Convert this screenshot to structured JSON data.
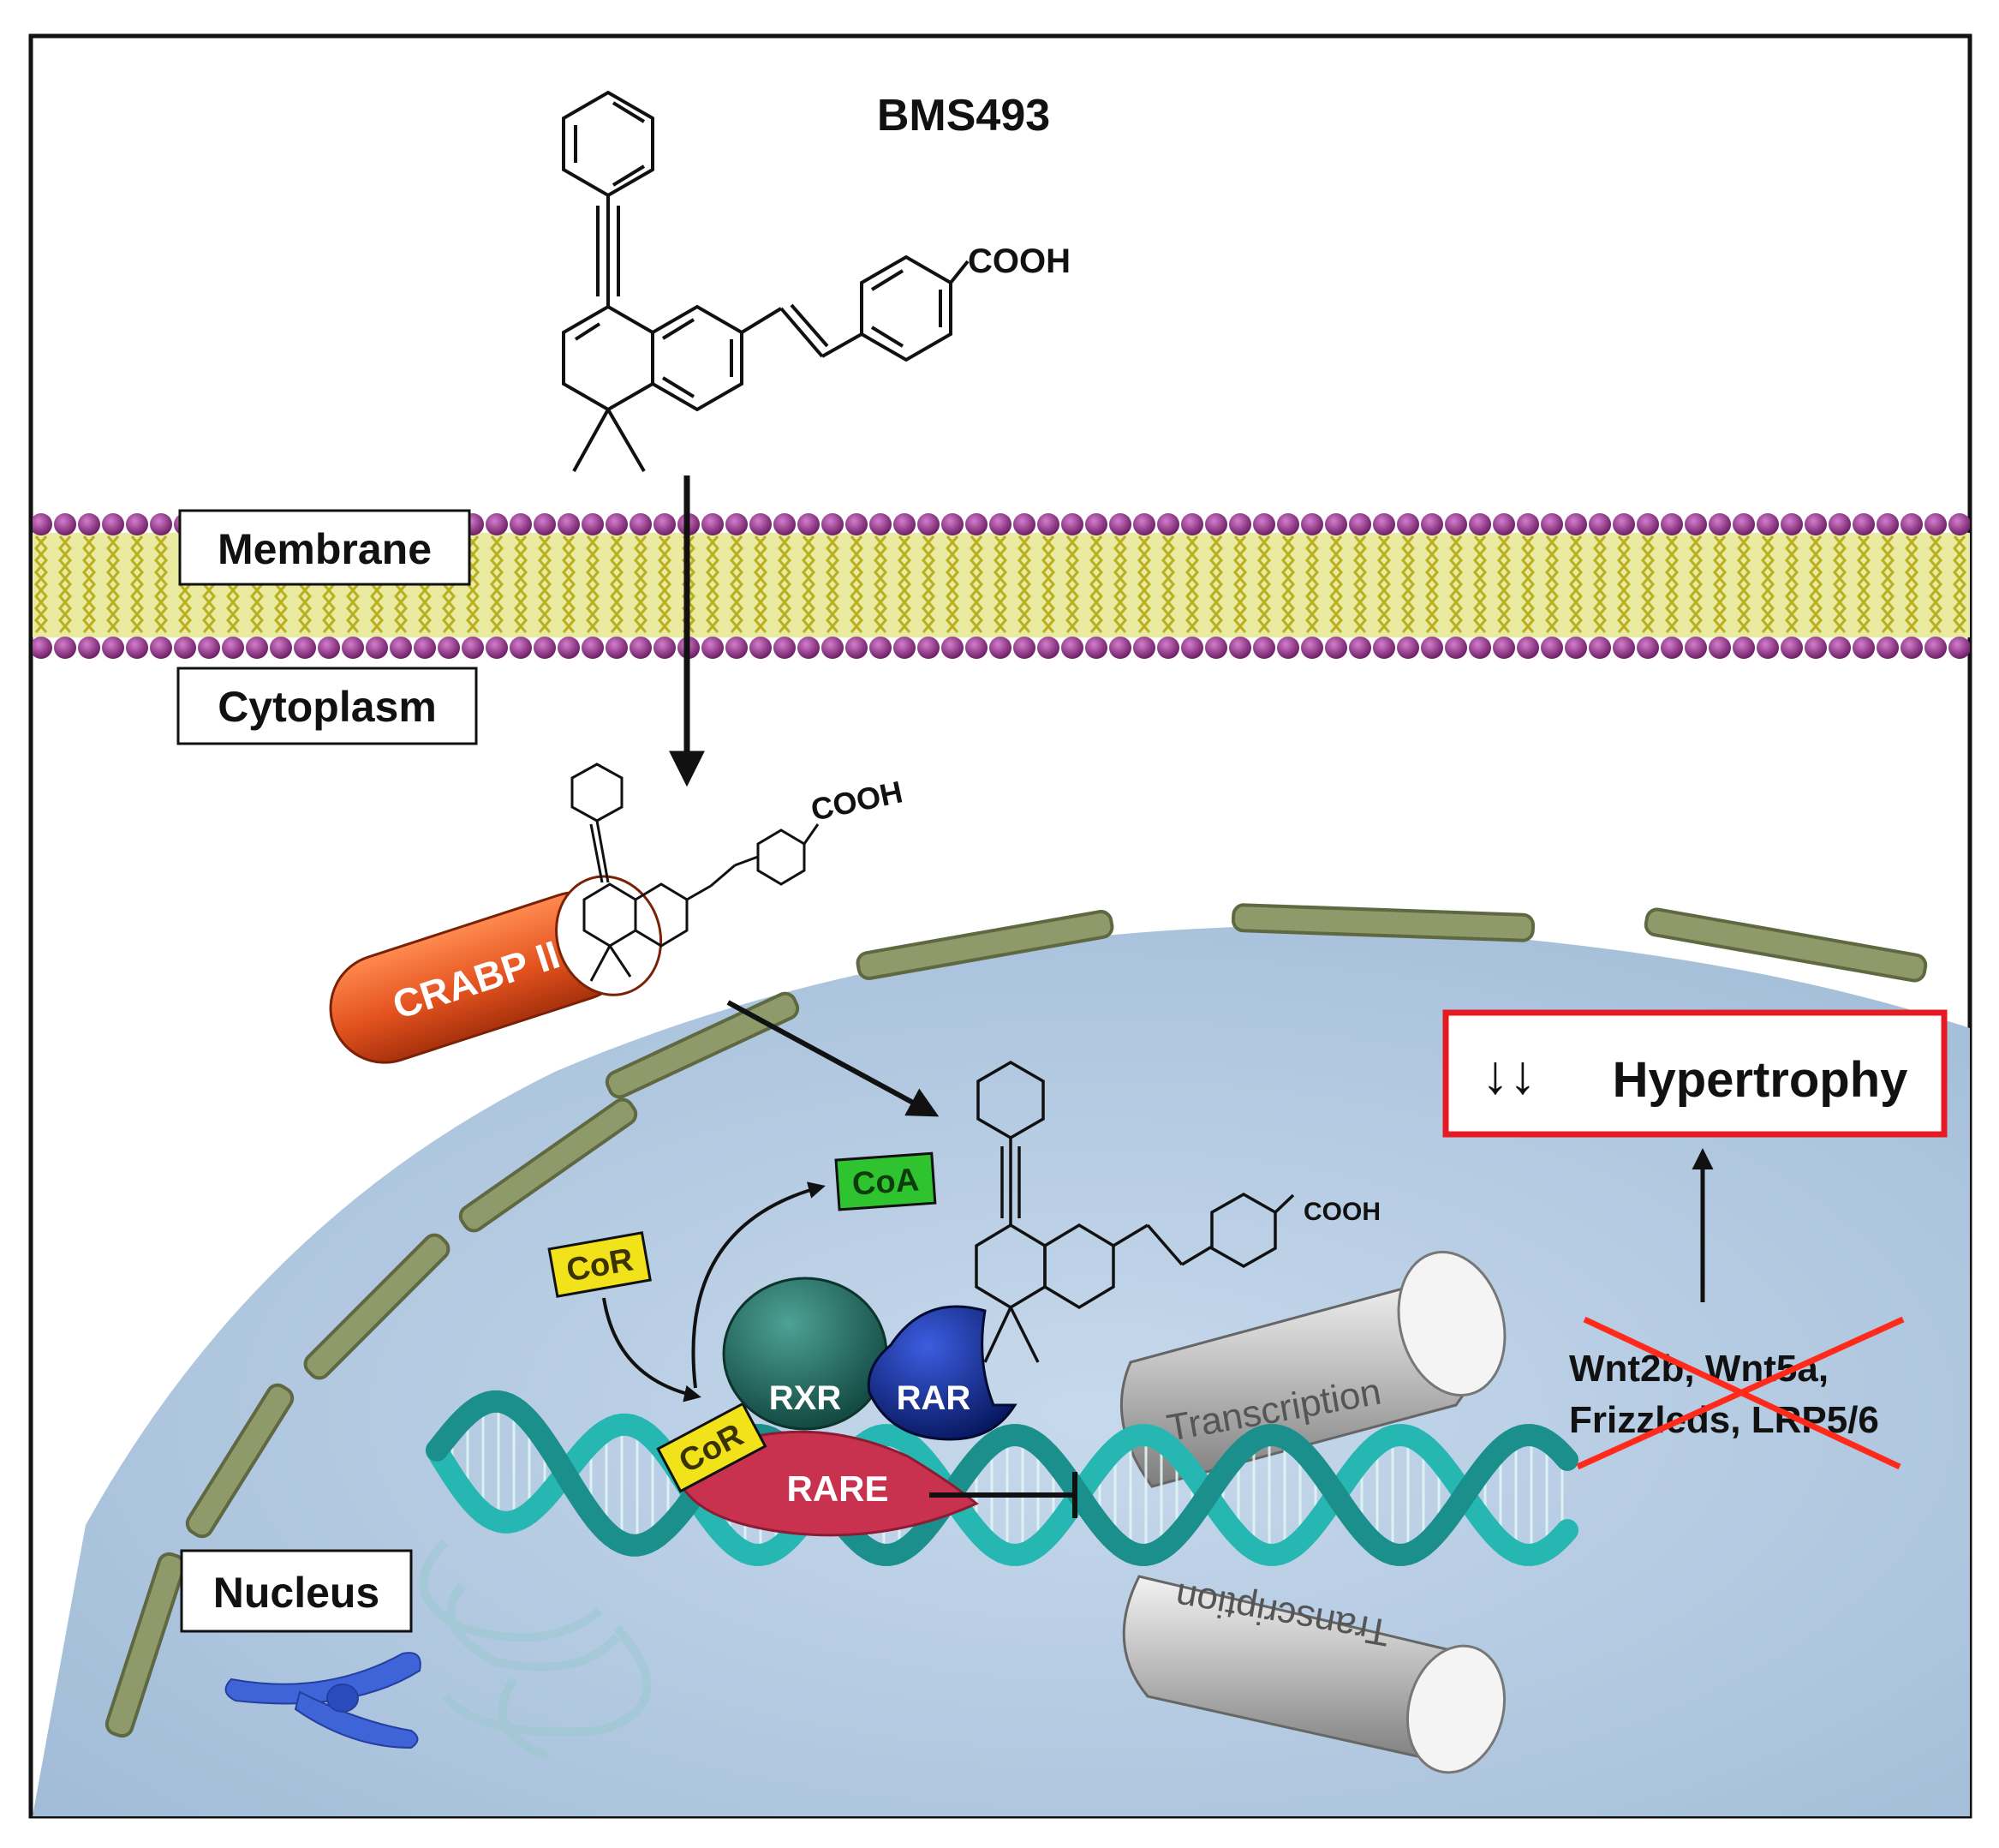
{
  "labels": {
    "compound": "BMS493",
    "cooh": "COOH",
    "membrane": "Membrane",
    "cytoplasm": "Cytoplasm",
    "nucleus": "Nucleus",
    "crabp": "CRABP II",
    "coa": "CoA",
    "cor": "CoR",
    "rxr": "RXR",
    "rar": "RAR",
    "rare": "RARE",
    "transcription": "Transcription",
    "hypertrophy": "Hypertrophy",
    "hypertrophy_arrows": "↓↓",
    "genes_line1": "Wnt2b, Wnt5a,",
    "genes_line2": "Frizzleds, LRP5/6"
  },
  "colors": {
    "frame": "#111111",
    "lipid_head": "#8a2a7f",
    "lipid_tail": "#c9c23a",
    "nucleus_fill": "#b7cde3",
    "nuclear_envelope": "#8f9a6a",
    "crabp": "#e4531f",
    "coa": "#2fc42f",
    "cor": "#f2e21a",
    "rxr": "#1f6b60",
    "rar": "#0d2a9c",
    "rare": "#c8324f",
    "dna": "#27b7b2",
    "hypertrophy_box": "#e41b23",
    "cross": "#ff2a1a",
    "chromosome": "#3f64d8"
  }
}
